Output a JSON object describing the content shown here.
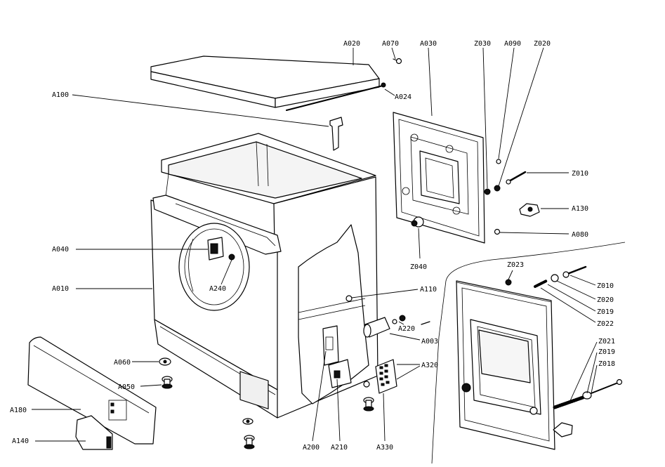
{
  "callouts": [
    {
      "id": "A020",
      "text": "A020"
    },
    {
      "id": "A070",
      "text": "A070"
    },
    {
      "id": "A030",
      "text": "A030"
    },
    {
      "id": "Z030",
      "text": "Z030"
    },
    {
      "id": "A090",
      "text": "A090"
    },
    {
      "id": "Z020a",
      "text": "Z020"
    },
    {
      "id": "A100",
      "text": "A100"
    },
    {
      "id": "A024",
      "text": "A024"
    },
    {
      "id": "Z010a",
      "text": "Z010"
    },
    {
      "id": "A130",
      "text": "A130"
    },
    {
      "id": "A080",
      "text": "A080"
    },
    {
      "id": "A040",
      "text": "A040"
    },
    {
      "id": "A010",
      "text": "A010"
    },
    {
      "id": "A240",
      "text": "A240"
    },
    {
      "id": "Z040",
      "text": "Z040"
    },
    {
      "id": "Z023",
      "text": "Z023"
    },
    {
      "id": "Z010b",
      "text": "Z010"
    },
    {
      "id": "A110",
      "text": "A110"
    },
    {
      "id": "Z020b",
      "text": "Z020"
    },
    {
      "id": "Z019a",
      "text": "Z019"
    },
    {
      "id": "A220",
      "text": "A220"
    },
    {
      "id": "Z022",
      "text": "Z022"
    },
    {
      "id": "A003",
      "text": "A003"
    },
    {
      "id": "Z021",
      "text": "Z021"
    },
    {
      "id": "Z019b",
      "text": "Z019"
    },
    {
      "id": "A060",
      "text": "A060"
    },
    {
      "id": "A320",
      "text": "A320"
    },
    {
      "id": "Z018",
      "text": "Z018"
    },
    {
      "id": "A050",
      "text": "A050"
    },
    {
      "id": "A180",
      "text": "A180"
    },
    {
      "id": "A140",
      "text": "A140"
    },
    {
      "id": "A200",
      "text": "A200"
    },
    {
      "id": "A210",
      "text": "A210"
    },
    {
      "id": "A330",
      "text": "A330"
    }
  ]
}
